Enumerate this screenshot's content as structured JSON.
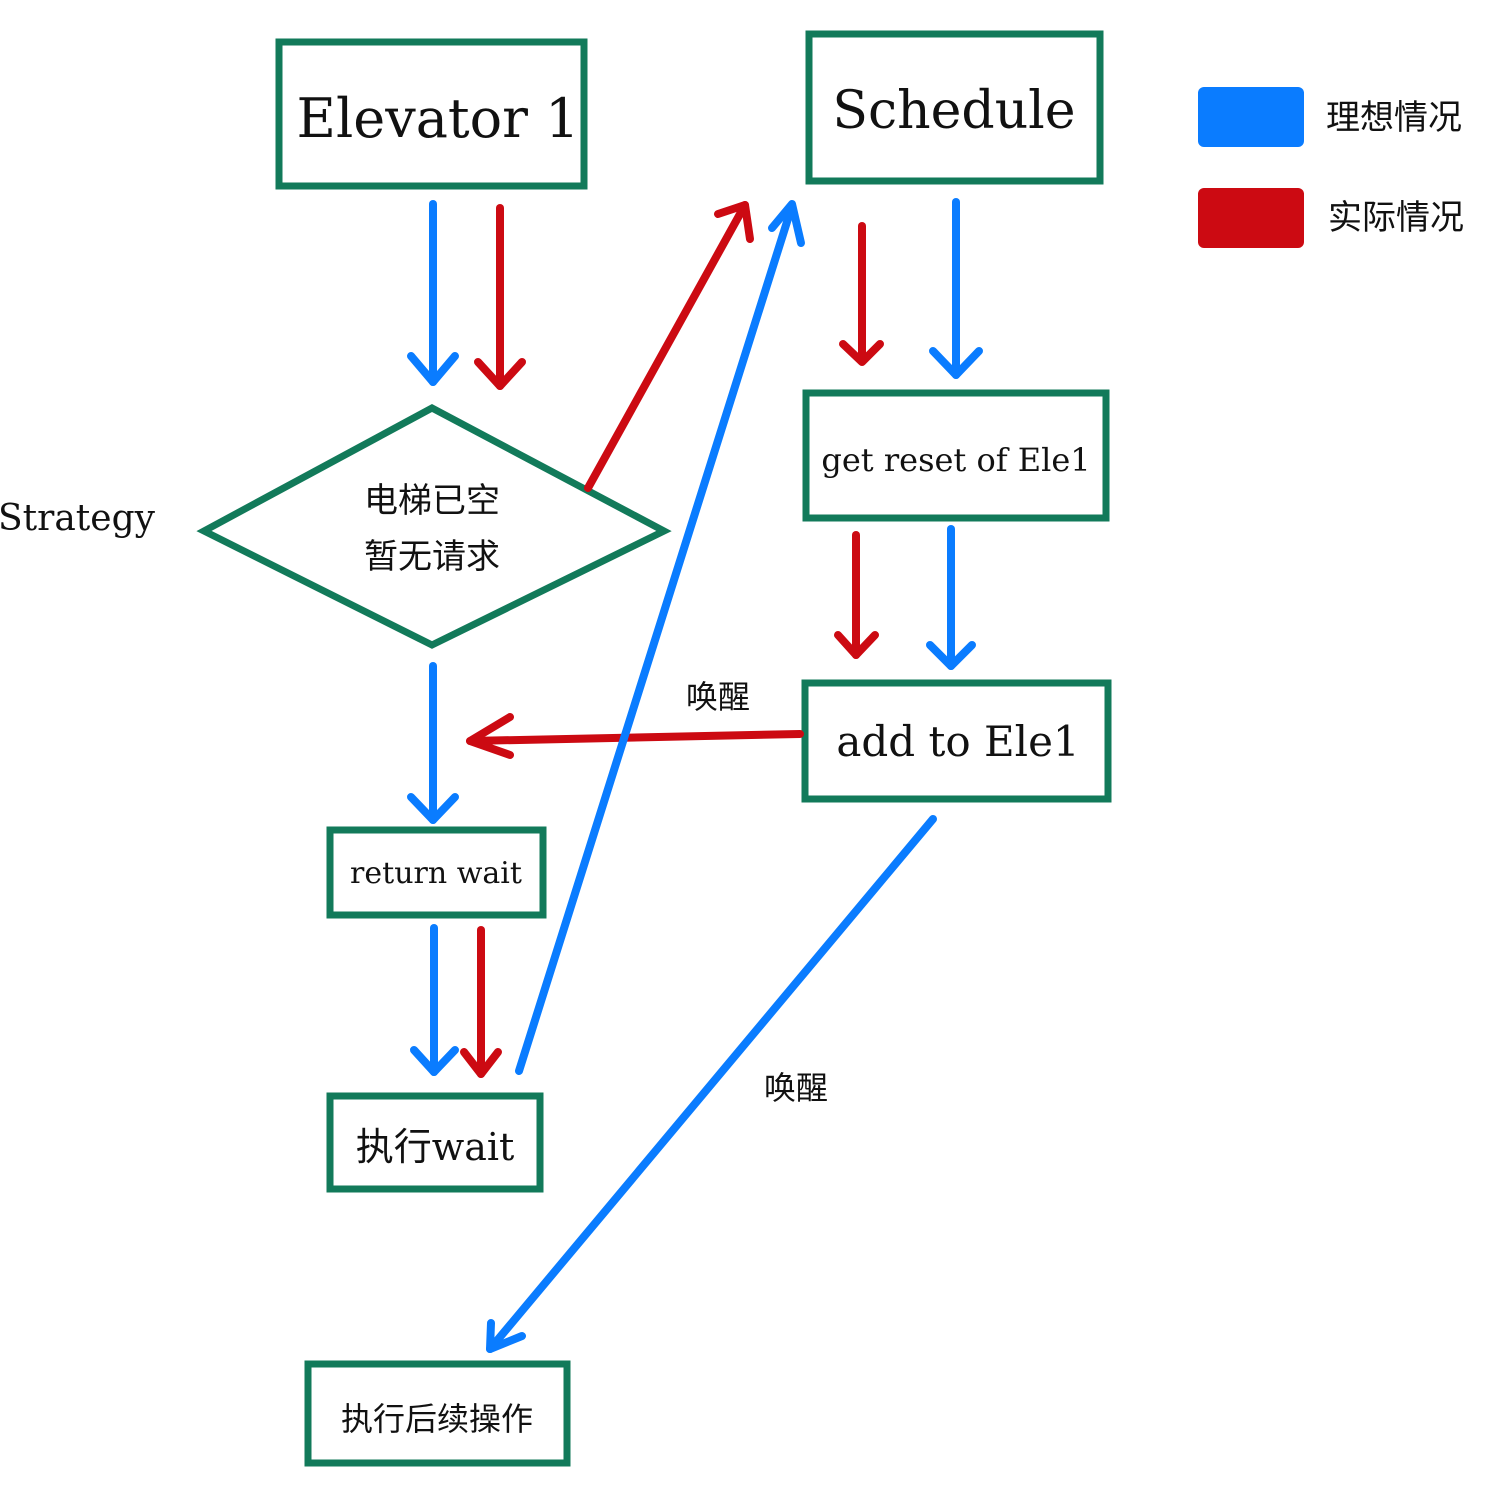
{
  "nodes": {
    "elevator": "Elevator 1",
    "schedule": "Schedule",
    "decision_line1": "电梯已空",
    "decision_line2": "暂无请求",
    "strategy_label": "Strategy",
    "get_reset": "get reset of Ele1",
    "add_to": "add to Ele1",
    "return_wait": "return wait",
    "exec_wait": "执行wait",
    "exec_follow": "执行后续操作"
  },
  "edge_labels": {
    "wake_1": "唤醒",
    "wake_2": "唤醒"
  },
  "legend": {
    "ideal": "理想情况",
    "actual": "实际情况"
  },
  "colors": {
    "box_border": "#127a5a",
    "ideal": "#0a7cff",
    "actual": "#cc0a12"
  }
}
